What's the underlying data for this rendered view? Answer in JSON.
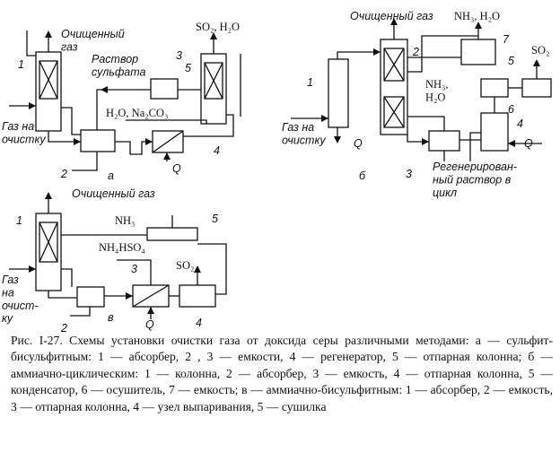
{
  "diagram_a": {
    "label": "а",
    "clean_gas": "Очищенный\nгаз",
    "gas_in": "Газ на\nочистку",
    "sulfate_solution": "Раствор\nсульфата",
    "so2_h2o": "SO₂, H₂O",
    "reagents": "H₂O, Na₂CO₃",
    "q": "Q",
    "nums": [
      "1",
      "2",
      "3",
      "4",
      "5"
    ]
  },
  "diagram_b": {
    "label": "б",
    "clean_gas": "Очищенный газ",
    "nh3_h2o": "NH₃, H₂O",
    "nh3_h2o_inner": "NH₃,\nH₂O",
    "so2": "SO₂",
    "gas_in": "Газ на\nочистку",
    "q_left": "Q",
    "q_right": "Q",
    "regenerated": "Регенерирован-\nный раствор в\nцикл",
    "nums": [
      "1",
      "2",
      "3",
      "4",
      "5",
      "6",
      "7"
    ]
  },
  "diagram_v": {
    "label": "в",
    "clean_gas": "Очищенный газ",
    "nh3": "NH₃",
    "nh4hso4": "NH₄HSO₄",
    "so2": "SO₂",
    "gas_in": "Газ\nна\nочист-\nку",
    "q": "Q",
    "nums": [
      "1",
      "2",
      "3",
      "4",
      "5"
    ]
  },
  "caption": "Рис. I-27. Схемы установки очистки газа от доксида серы различными методами: а — сульфит-бисульфитным: 1 — абсорбер, 2 , 3 — емкости, 4 — регенератор, 5 — отпарная колонна; б — аммиачно-циклическим: 1 — колонна, 2 — абсорбер, 3 — емкость, 4 — отпарная колонна, 5 — конденсатор, 6 — осушитель, 7 — емкость; в — аммиачно-бисульфитным: 1 — абсорбер, 2 — емкость, 3 — отпарная колонна, 4 — узел выпаривания, 5 — сушилка"
}
